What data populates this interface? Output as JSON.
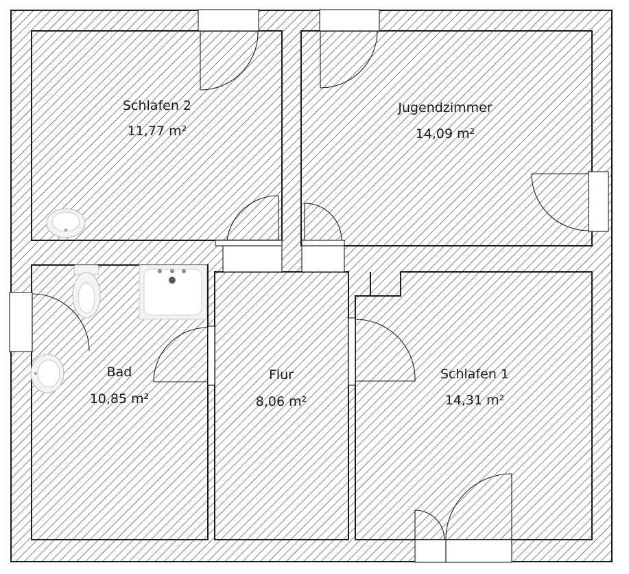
{
  "plan": {
    "rooms": [
      {
        "id": "schlafen-2",
        "name": "Schlafen 2",
        "area": "11,77 m²"
      },
      {
        "id": "jugendzimmer",
        "name": "Jugendzimmer",
        "area": "14,09 m²"
      },
      {
        "id": "bad",
        "name": "Bad",
        "area": "10,85 m²"
      },
      {
        "id": "flur",
        "name": "Flur",
        "area": "8,06 m²"
      },
      {
        "id": "schlafen-1",
        "name": "Schlafen 1",
        "area": "14,31 m²"
      }
    ],
    "colors": {
      "wall_line": "#1a1a1a",
      "hatch": "#333333",
      "fixture": "#f4f4f4"
    }
  }
}
